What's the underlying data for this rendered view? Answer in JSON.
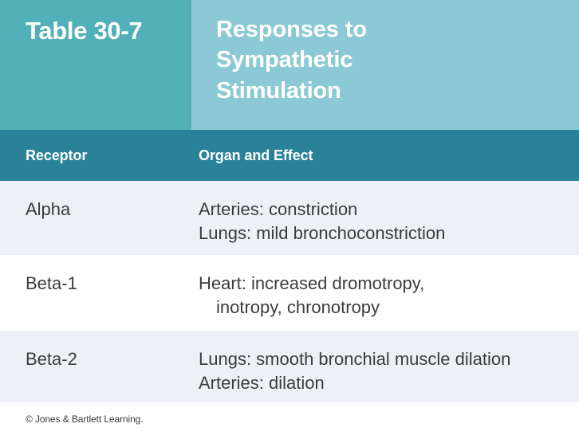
{
  "figure": {
    "table_number": "Table 30-7",
    "table_title": "Responses to Sympathetic Stimulation",
    "title_lines": [
      "Responses to",
      "Sympathetic",
      "Stimulation"
    ],
    "credit": "© Jones & Bartlett Learning."
  },
  "colors": {
    "title_left_teal": "#52b0b8",
    "title_right_teal": "#8cc9d6",
    "header_row_teal": "#2a8299",
    "row_shaded": "#edf1f5",
    "row_plain": "#ffffff",
    "body_text": "#3c3c3c",
    "header_text": "#ffffff"
  },
  "table": {
    "columns": [
      "Receptor",
      "Organ and Effect"
    ],
    "rows": [
      {
        "receptor": "Alpha",
        "effects": [
          {
            "text": "Arteries: constriction",
            "indented": false
          },
          {
            "text": "Lungs: mild bronchoconstriction",
            "indented": false
          }
        ],
        "shaded": true
      },
      {
        "receptor": "Beta-1",
        "effects": [
          {
            "text": "Heart: increased dromotropy,",
            "indented": false
          },
          {
            "text": "inotropy, chronotropy",
            "indented": true
          }
        ],
        "shaded": false
      },
      {
        "receptor": "Beta-2",
        "effects": [
          {
            "text": "Lungs: smooth bronchial muscle dilation",
            "indented": false
          },
          {
            "text": "Arteries: dilation",
            "indented": false
          }
        ],
        "shaded": true
      }
    ]
  }
}
